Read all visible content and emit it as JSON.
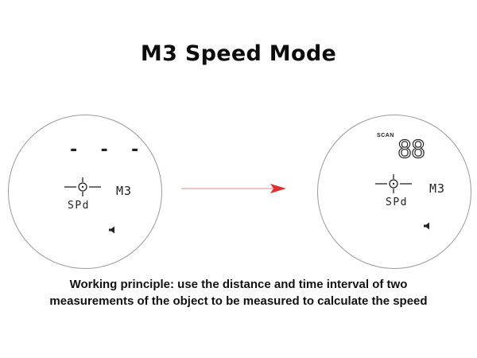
{
  "title": "M3 Speed Mode",
  "left_display": {
    "distance_readout": "- - -",
    "mode_code": "M3",
    "mode_name": "SPd",
    "reticle_icon": "crosshair-icon",
    "sound_icon": "speaker-icon"
  },
  "right_display": {
    "scan_label": "SCAN",
    "scan_value": "88",
    "mode_code": "M3",
    "mode_name": "SPd",
    "reticle_icon": "crosshair-icon",
    "sound_icon": "speaker-icon"
  },
  "arrow": {
    "icon": "arrow-right-icon",
    "color": "#e03030"
  },
  "description": {
    "line1": "Working principle: use the distance and time interval of two",
    "line2": "measurements of the object to be measured to calculate the speed"
  }
}
